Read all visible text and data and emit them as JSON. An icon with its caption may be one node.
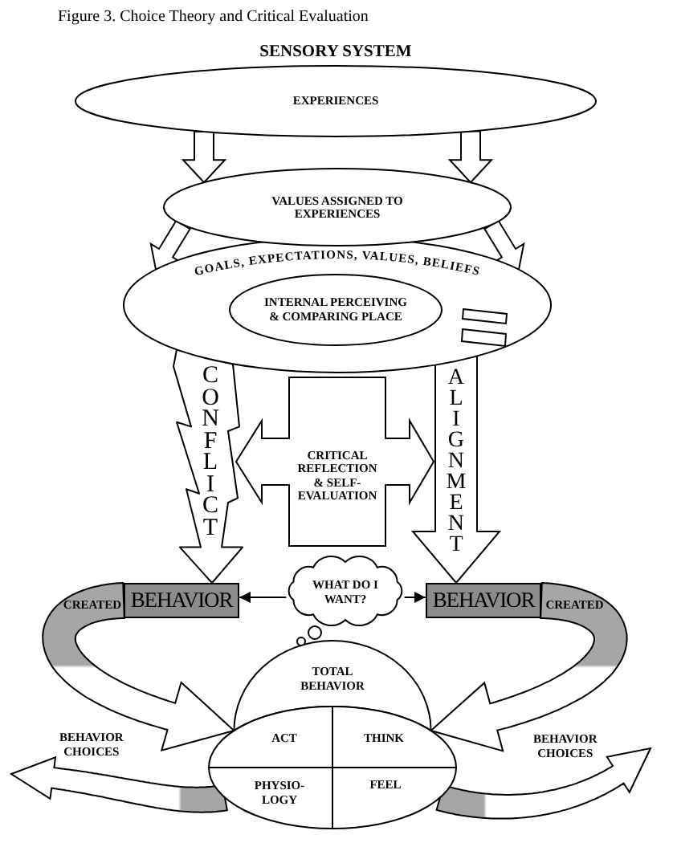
{
  "diagram": {
    "caption": "Figure 3. Choice Theory and Critical Evaluation",
    "nodes": [
      {
        "text": [
          "SENSORY SYSTEM",
          "EXPERIENCES"
        ]
      },
      {
        "text": [
          "VALUES ASSIGNED TO EXPERIENCES"
        ]
      },
      {
        "text": [
          "GOALS, EXPECTATIONS, VALUES, BELIEFS"
        ]
      },
      {
        "text": [
          "INTERNAL PERCEIVING & COMPARING PLACE"
        ],
        "in": 2
      },
      {
        "text": [
          "CRITICAL REFLECTION & SELF-EVALUATION"
        ]
      },
      {
        "text": [
          "BEHAVIOR"
        ]
      },
      {
        "text": [
          "WHAT DO I WANT?"
        ]
      },
      {
        "text": [
          "BEHAVIOR"
        ]
      },
      {
        "text": [
          "TOTAL BEHAVIOR"
        ]
      },
      {
        "text": [
          "ACT"
        ],
        "in": 8
      },
      {
        "text": [
          "THINK"
        ],
        "in": 8
      },
      {
        "text": [
          "PHYSIO-LOGY"
        ],
        "in": 8
      },
      {
        "text": [
          "FEEL"
        ],
        "in": 8
      }
    ],
    "edges": [
      {
        "from": 0,
        "to": 1,
        "arrow": "to"
      },
      {
        "from": 0,
        "to": 1,
        "arrow": "to"
      },
      {
        "from": 1,
        "to": 2,
        "arrow": "to"
      },
      {
        "from": 1,
        "to": 2,
        "arrow": "to"
      },
      {
        "from": 6,
        "to": 5,
        "arrow": "to"
      },
      {
        "from": 6,
        "to": 7,
        "arrow": "to"
      },
      {
        "from": 5,
        "to": 8,
        "arrow": "to",
        "label": "CREATED"
      },
      {
        "from": 7,
        "to": 8,
        "arrow": "to",
        "label": "CREATED"
      },
      {
        "from": 8,
        "to": null,
        "arrow": "to",
        "label": "BEHAVIOR CHOICES"
      },
      {
        "from": 8,
        "to": null,
        "arrow": "to",
        "label": "BEHAVIOR CHOICES"
      },
      {
        "from": 2,
        "to": 5,
        "arrow": "to",
        "label": "CONFLICT"
      },
      {
        "from": 2,
        "to": 7,
        "arrow": "to",
        "label": "ALIGNMENT"
      }
    ]
  }
}
